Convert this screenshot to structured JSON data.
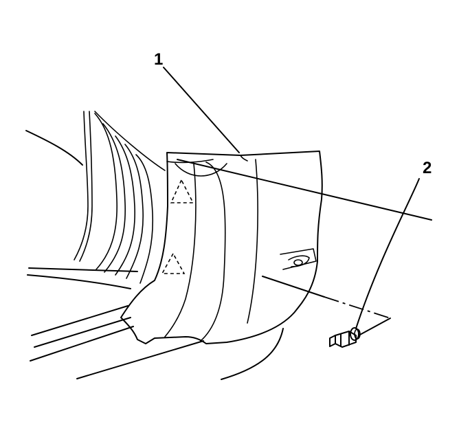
{
  "callouts": [
    {
      "label": "1",
      "part": "trim-panel"
    },
    {
      "label": "2",
      "part": "bolt"
    }
  ],
  "colors": {
    "line": "#000000",
    "background": "#ffffff"
  }
}
